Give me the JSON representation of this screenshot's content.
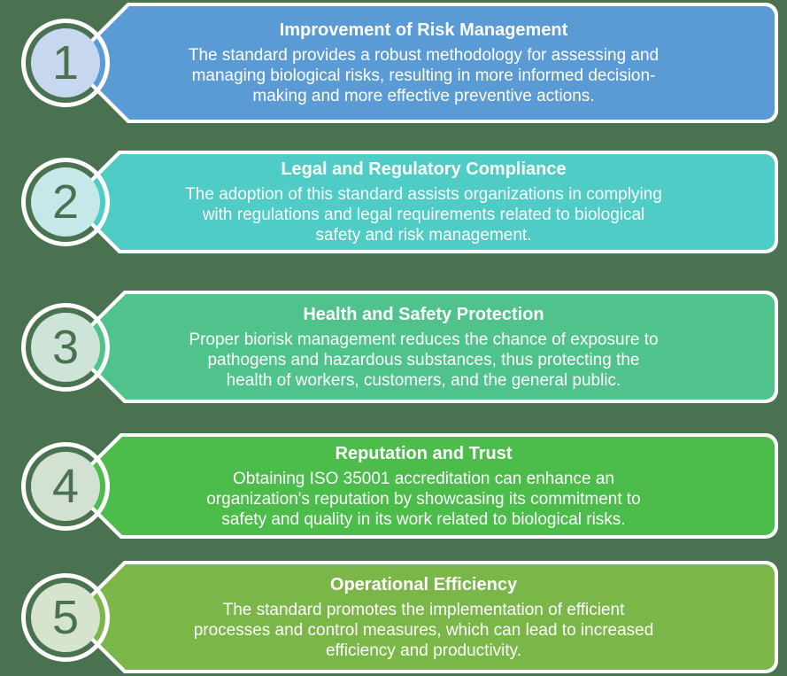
{
  "canvas": {
    "background_color": "#4A7150",
    "border_color": "#FFFFFF",
    "text_color": "#FFFFFF",
    "number_color": "#4A7150"
  },
  "items": [
    {
      "number": "1",
      "title": "Improvement of Risk Management",
      "body": "The standard provides a robust methodology for assessing and\nmanaging biological risks, resulting in more informed decision-\nmaking and more effective preventive actions.",
      "banner_color": "#5B9BD5",
      "circle_color": "#C8D7F0"
    },
    {
      "number": "2",
      "title": "Legal and Regulatory Compliance",
      "body": "The adoption of this standard assists organizations in complying\nwith regulations and legal requirements related to biological\nsafety and risk management.",
      "banner_color": "#4FCCC6",
      "circle_color": "#C7E8E8"
    },
    {
      "number": "3",
      "title": "Health and Safety Protection",
      "body": "Proper biorisk management reduces the chance of exposure to\npathogens and hazardous substances, thus protecting the\nhealth of workers, customers, and the general public.",
      "banner_color": "#50C28B",
      "circle_color": "#CFE4D8"
    },
    {
      "number": "4",
      "title": "Reputation and Trust",
      "body": "Obtaining ISO 35001 accreditation can enhance an\norganization's reputation by showcasing its commitment to\nsafety and quality in its work related to biological risks.",
      "banner_color": "#4CBC4B",
      "circle_color": "#D3E1D3"
    },
    {
      "number": "5",
      "title": "Operational Efficiency",
      "body": "The standard promotes the implementation of efficient\nprocesses and control measures, which can lead to increased\nefficiency and productivity.",
      "banner_color": "#7BB648",
      "circle_color": "#D6E3CD"
    }
  ]
}
